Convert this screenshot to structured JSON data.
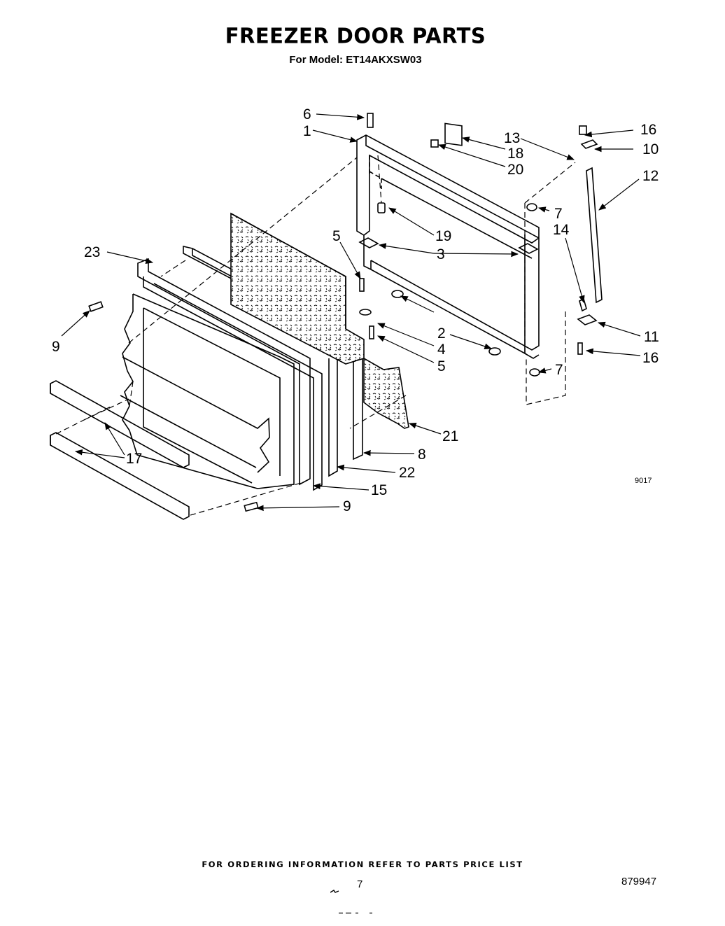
{
  "header": {
    "title": "FREEZER DOOR PARTS",
    "model_line": "For Model: ET14AKXSW03"
  },
  "diagram": {
    "figure_code": "9017",
    "callouts": [
      {
        "id": "c6",
        "text": "6"
      },
      {
        "id": "c1",
        "text": "1"
      },
      {
        "id": "c13",
        "text": "13"
      },
      {
        "id": "c18",
        "text": "18"
      },
      {
        "id": "c20",
        "text": "20"
      },
      {
        "id": "c16a",
        "text": "16"
      },
      {
        "id": "c10",
        "text": "10"
      },
      {
        "id": "c12",
        "text": "12"
      },
      {
        "id": "c7a",
        "text": "7"
      },
      {
        "id": "c19",
        "text": "19"
      },
      {
        "id": "c14",
        "text": "14"
      },
      {
        "id": "c23",
        "text": "23"
      },
      {
        "id": "c5a",
        "text": "5"
      },
      {
        "id": "c3",
        "text": "3"
      },
      {
        "id": "c2",
        "text": "2"
      },
      {
        "id": "c4",
        "text": "4"
      },
      {
        "id": "c5b",
        "text": "5"
      },
      {
        "id": "c11",
        "text": "11"
      },
      {
        "id": "c16b",
        "text": "16"
      },
      {
        "id": "c7b",
        "text": "7"
      },
      {
        "id": "c9a",
        "text": "9"
      },
      {
        "id": "c21",
        "text": "21"
      },
      {
        "id": "c8",
        "text": "8"
      },
      {
        "id": "c17",
        "text": "17"
      },
      {
        "id": "c22",
        "text": "22"
      },
      {
        "id": "c15",
        "text": "15"
      },
      {
        "id": "c9b",
        "text": "9"
      }
    ]
  },
  "footer": {
    "ordering_note": "FOR ORDERING INFORMATION REFER TO PARTS PRICE LIST",
    "page_number": "7",
    "document_number": "879947"
  }
}
